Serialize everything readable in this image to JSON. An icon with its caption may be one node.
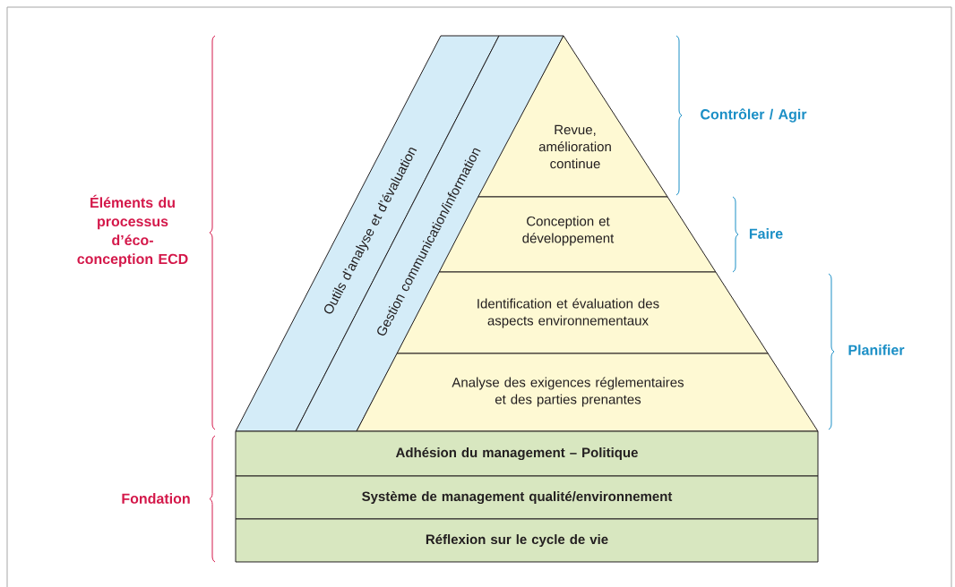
{
  "diagram": {
    "nodes": [
      {
        "text": [
          "Outils d’analyse et d’évaluation"
        ]
      },
      {
        "text": [
          "Gestion communication/information"
        ]
      },
      {
        "text": [
          "Revue, amélioration continue"
        ]
      },
      {
        "text": [
          "Conception et développement"
        ]
      },
      {
        "text": [
          "Identification et évaluation des aspects environnementaux"
        ]
      },
      {
        "text": [
          "Analyse des exigences réglementaires et des parties prenantes"
        ]
      },
      {
        "text": [
          "Adhésion du management – Politique"
        ]
      },
      {
        "text": [
          "Système de management qualité/environnement"
        ]
      },
      {
        "text": [
          "Réflexion sur le cycle de vie"
        ]
      }
    ],
    "labels": [
      "Éléments du processus d’éco-conception ECD",
      "Contrôler / Agir",
      "Faire",
      "Planifier",
      "Fondation"
    ]
  }
}
